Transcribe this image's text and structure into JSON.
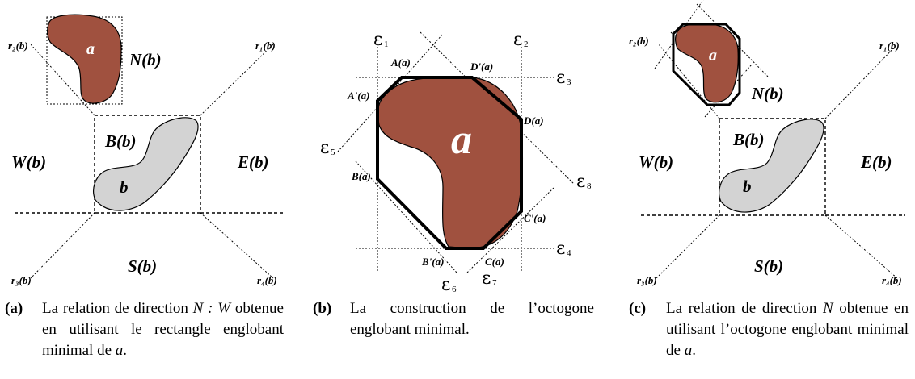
{
  "panel_a": {
    "labels": {
      "r2": "r₂(b)",
      "r1": "r₁(b)",
      "r3": "r₃(b)",
      "r4": "r₄(b)",
      "a": "a",
      "b": "b",
      "N": "N(b)",
      "B": "B(b)",
      "W": "W(b)",
      "E": "E(b)",
      "S": "S(b)"
    },
    "caption": {
      "tag": "(a)",
      "text_pre": "La relation de direction ",
      "rel": "N : W",
      "text_mid": " obtenue en utilisant le rectangle englobant minimal de ",
      "var": "a",
      "text_post": "."
    }
  },
  "panel_b": {
    "labels": {
      "a": "a",
      "A": "A(a)",
      "Dp": "D'(a)",
      "Ap": "A'(a)",
      "D": "D(a)",
      "B": "B(a)",
      "Cp": "C'(a)",
      "Bp": "B'(a)",
      "C": "C(a)"
    },
    "epsilon": {
      "symbol": "ε",
      "e1": "1",
      "e2": "2",
      "e3": "3",
      "e4": "4",
      "e5": "5",
      "e6": "6",
      "e7": "7",
      "e8": "8"
    },
    "caption": {
      "tag": "(b)",
      "text": "La construction de l’octogone englobant minimal."
    }
  },
  "panel_c": {
    "labels": {
      "r2": "r₂(b)",
      "r1": "r₁(b)",
      "r3": "r₃(b)",
      "r4": "r₄(b)",
      "a": "a",
      "b": "b",
      "N": "N(b)",
      "B": "B(b)",
      "W": "W(b)",
      "E": "E(b)",
      "S": "S(b)"
    },
    "caption": {
      "tag": "(c)",
      "text_pre": "La relation de direction ",
      "rel": "N",
      "text_mid": " obtenue en utilisant l’octogone englobant minimal de ",
      "var": "a",
      "text_post": "."
    }
  }
}
